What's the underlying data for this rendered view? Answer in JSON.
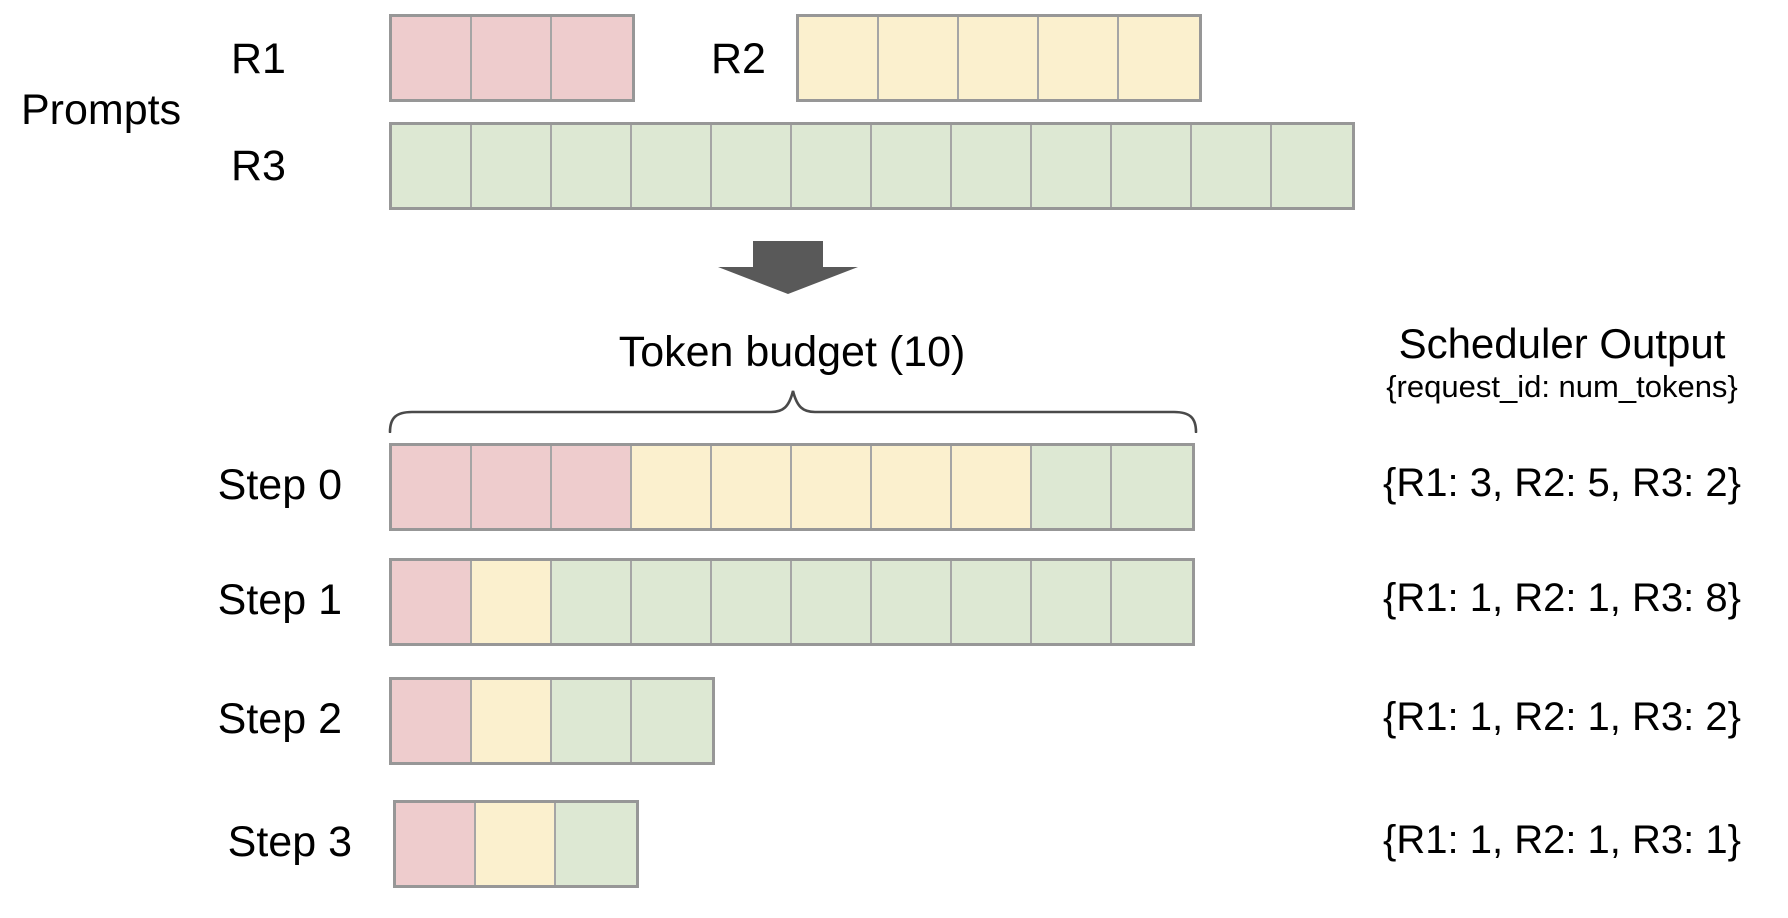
{
  "palette": {
    "R1": "#eecccd",
    "R2": "#fbf0ce",
    "R3": "#dde8d3",
    "cell_border": "#a5a5a5",
    "bar_border": "#979797",
    "arrow": "#595959",
    "brace": "#4a4a4a",
    "text": "#000000"
  },
  "prompts": {
    "label": "Prompts",
    "rows": [
      {
        "label": "R1",
        "segments": [
          {
            "request": "R1",
            "tokens": 3
          }
        ]
      },
      {
        "label": "R2",
        "segments": [
          {
            "request": "R2",
            "tokens": 5
          }
        ]
      },
      {
        "label": "R3",
        "segments": [
          {
            "request": "R3",
            "tokens": 12
          }
        ]
      }
    ]
  },
  "token_budget": {
    "label": "Token budget (10)",
    "value": 10
  },
  "scheduler_output": {
    "title": "Scheduler Output",
    "subtitle": "{request_id: num_tokens}"
  },
  "steps": [
    {
      "label": "Step 0",
      "segments": [
        {
          "request": "R1",
          "tokens": 3
        },
        {
          "request": "R2",
          "tokens": 5
        },
        {
          "request": "R3",
          "tokens": 2
        }
      ],
      "output": "{R1: 3, R2: 5, R3: 2}"
    },
    {
      "label": "Step 1",
      "segments": [
        {
          "request": "R1",
          "tokens": 1
        },
        {
          "request": "R2",
          "tokens": 1
        },
        {
          "request": "R3",
          "tokens": 8
        }
      ],
      "output": "{R1: 1, R2: 1, R3: 8}"
    },
    {
      "label": "Step 2",
      "segments": [
        {
          "request": "R1",
          "tokens": 1
        },
        {
          "request": "R2",
          "tokens": 1
        },
        {
          "request": "R3",
          "tokens": 2
        }
      ],
      "output": "{R1: 1, R2: 1, R3: 2}"
    },
    {
      "label": "Step 3",
      "segments": [
        {
          "request": "R1",
          "tokens": 1
        },
        {
          "request": "R2",
          "tokens": 1
        },
        {
          "request": "R3",
          "tokens": 1
        }
      ],
      "output": "{R1: 1, R2: 1, R3: 1}"
    }
  ]
}
